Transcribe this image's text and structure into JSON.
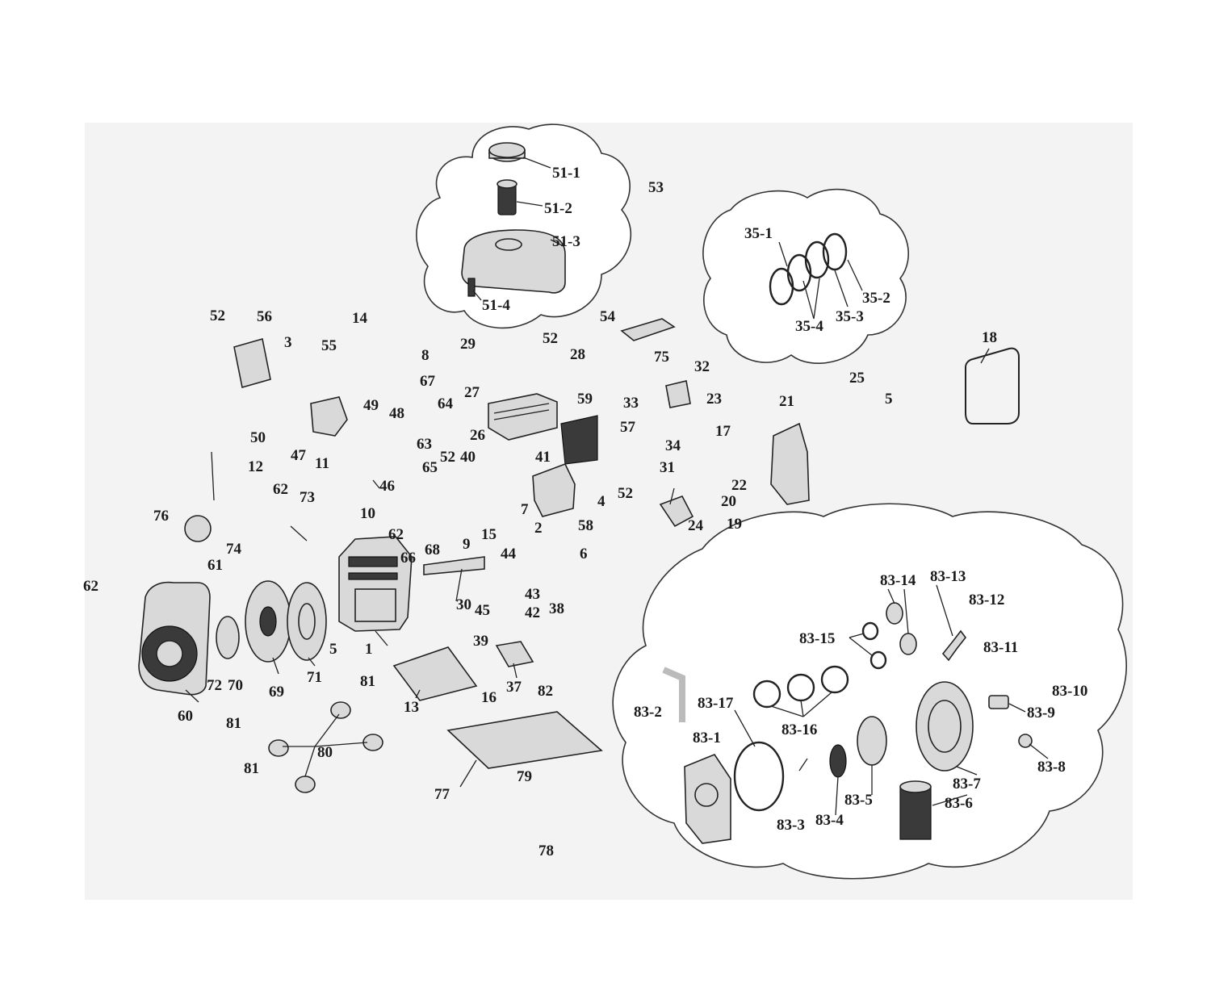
{
  "labels": {
    "p1": "1",
    "p2": "2",
    "p3": "3",
    "p4": "4",
    "p5a": "5",
    "p5b": "5",
    "p6": "6",
    "p7": "7",
    "p8": "8",
    "p9": "9",
    "p10": "10",
    "p11": "11",
    "p12": "12",
    "p13": "13",
    "p14": "14",
    "p15": "15",
    "p16": "16",
    "p17": "17",
    "p18": "18",
    "p19": "19",
    "p20": "20",
    "p21": "21",
    "p22": "22",
    "p23": "23",
    "p24": "24",
    "p25": "25",
    "p26": "26",
    "p27": "27",
    "p28": "28",
    "p29": "29",
    "p30": "30",
    "p31": "31",
    "p32": "32",
    "p33": "33",
    "p34": "34",
    "p35_1": "35-1",
    "p35_2": "35-2",
    "p35_3": "35-3",
    "p35_4": "35-4",
    "p37": "37",
    "p38": "38",
    "p39": "39",
    "p40": "40",
    "p41": "41",
    "p42": "42",
    "p43": "43",
    "p44": "44",
    "p45": "45",
    "p46": "46",
    "p47": "47",
    "p48": "48",
    "p49": "49",
    "p50": "50",
    "p51_1": "51-1",
    "p51_2": "51-2",
    "p51_3": "51-3",
    "p51_4": "51-4",
    "p52a": "52",
    "p52b": "52",
    "p52c": "52",
    "p52d": "52",
    "p53": "53",
    "p54": "54",
    "p55": "55",
    "p56": "56",
    "p57": "57",
    "p58": "58",
    "p59": "59",
    "p60": "60",
    "p61": "61",
    "p62a": "62",
    "p62b": "62",
    "p62c": "62",
    "p63": "63",
    "p64": "64",
    "p65": "65",
    "p66": "66",
    "p67": "67",
    "p68": "68",
    "p69": "69",
    "p70": "70",
    "p71": "71",
    "p72": "72",
    "p73": "73",
    "p74": "74",
    "p75": "75",
    "p76": "76",
    "p77": "77",
    "p78": "78",
    "p79": "79",
    "p80": "80",
    "p81a": "81",
    "p81b": "81",
    "p81c": "81",
    "p82": "82",
    "p83_1": "83-1",
    "p83_2": "83-2",
    "p83_3": "83-3",
    "p83_4": "83-4",
    "p83_5": "83-5",
    "p83_6": "83-6",
    "p83_7": "83-7",
    "p83_8": "83-8",
    "p83_9": "83-9",
    "p83_10": "83-10",
    "p83_11": "83-11",
    "p83_12": "83-12",
    "p83_13": "83-13",
    "p83_14": "83-14",
    "p83_15": "83-15",
    "p83_16": "83-16",
    "p83_17": "83-17"
  }
}
